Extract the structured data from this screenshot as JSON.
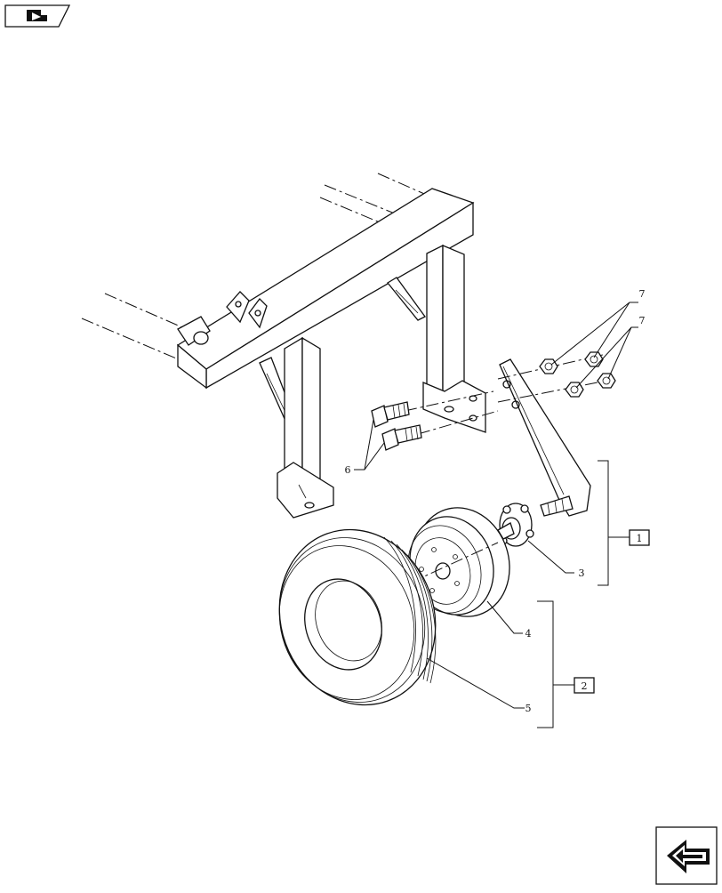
{
  "nav": {
    "top_icon": "book-arrow-icon",
    "bottom_icon": "return-arrow-icon"
  },
  "callouts": {
    "c1": "1",
    "c2": "2",
    "c3": "3",
    "c4": "4",
    "c5": "5",
    "c6": "6",
    "c7a": "7",
    "c7b": "7"
  }
}
